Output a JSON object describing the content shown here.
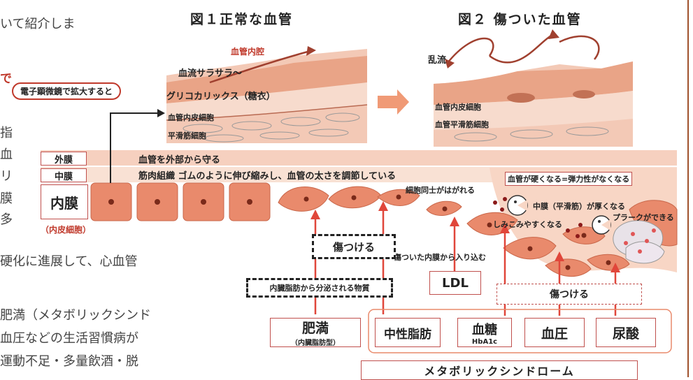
{
  "left_text": {
    "line1": "いて紹介しま",
    "frag_de": "で",
    "line_shi": "指",
    "line_ketsu": "血",
    "line_ri": "リ",
    "line_maku": "膜",
    "line_ta": "多",
    "line_sclerosis": "硬化に進展して、心血管",
    "line_obesity": "肥満（メタボリックシンド",
    "line_bp": "血圧などの生活習慣病が",
    "line_exercise": "運動不足・多量飲酒・脱"
  },
  "fig1": {
    "title": "図１正常な血管",
    "lumen_label": "血管内腔",
    "flow_label": "血流サラサラ〜",
    "glycocalyx_label": "グリコカリックス（糖衣）",
    "endothelial_label": "血管内皮細胞",
    "smooth_muscle_label": "平滑筋細胞",
    "microscope_label": "電子顕微鏡で拡大すると"
  },
  "fig2": {
    "title": "図２ 傷ついた血管",
    "turbulence_label": "乱流",
    "endothelial_label": "血管内皮細胞",
    "smooth_muscle_label": "血管平滑筋細胞"
  },
  "layers": {
    "adventitia": "外膜",
    "adventitia_desc": "血管を外部から守る",
    "media": "中膜",
    "media_desc": "筋肉組織 ゴムのように伸び縮みし、血管の太さを調節している",
    "intima": "内膜",
    "intima_sub": "（内皮細胞）"
  },
  "damage": {
    "stiff_label": "血管が硬くなる=弾力性がなくなる",
    "cells_detach": "細胞同士がはがれる",
    "media_thicken": "中膜（平滑筋）が厚くなる",
    "seep": "しみこみやすくなる",
    "plaque": "プラークができる",
    "enters": "傷ついた内膜から入り込む",
    "damage_left": "傷つける",
    "damage_right": "傷つける",
    "visceral_secretion": "内臓脂肪から分泌される物質",
    "ldl": "LDL"
  },
  "factors": {
    "obesity": "肥満",
    "obesity_sub": "（内臓脂肪型）",
    "tg": "中性脂肪",
    "glucose": "血糖",
    "glucose_sub": "HbA1c",
    "bp": "血圧",
    "uric": "尿酸",
    "metabolic": "メタボリックシンドローム"
  },
  "colors": {
    "salmon": "#e98a6c",
    "band": "#f6d0bf",
    "dark_red": "#c0392b",
    "arrow_red": "#e0463a",
    "orange_arrow": "#f09a76"
  }
}
